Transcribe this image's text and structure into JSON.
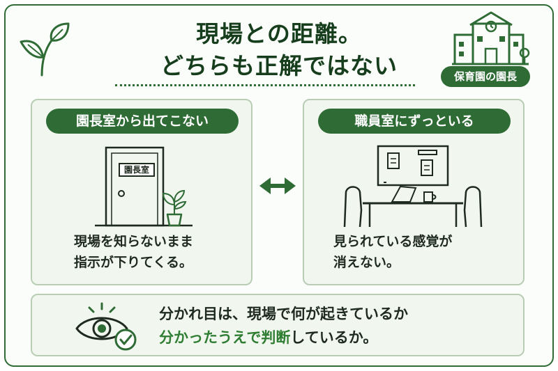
{
  "title": {
    "line1": "現場との距離。",
    "line2": "どちらも正解ではない"
  },
  "badge": "保育園の園長",
  "left_panel": {
    "heading": "園長室から出てこない",
    "door_sign": "園長室",
    "caption_line1": "現場を知らないまま",
    "caption_line2": "指示が下りてくる。"
  },
  "right_panel": {
    "heading": "職員室にずっといる",
    "caption_line1": "見られている感覚が",
    "caption_line2": "消えない。"
  },
  "bottom": {
    "line1": "分かれ目は、現場で何が起きているか",
    "line2_highlight_a": "分かったうえで",
    "line2_highlight_b": "判断",
    "line2_rest": "しているか。"
  },
  "colors": {
    "accent": "#2e6b35",
    "panel_bg": "#f1f6ef",
    "highlight": "#2e7d32"
  },
  "icons": {
    "top_left": "leaf-sprout-icon",
    "top_right": "school-building-icon",
    "between_panels": "double-arrow-icon",
    "bottom_left": "eye-check-icon"
  }
}
